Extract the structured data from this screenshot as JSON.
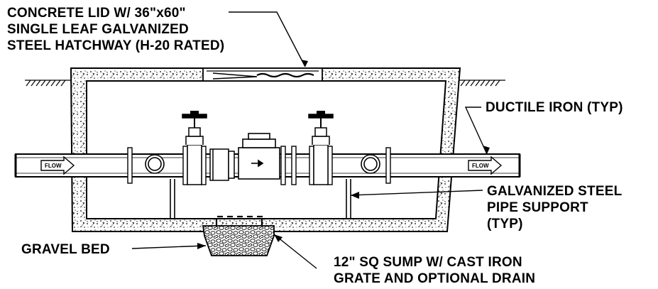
{
  "labels": {
    "lid": [
      "CONCRETE LID W/ 36\"x60\"",
      "SINGLE LEAF GALVANIZED",
      "STEEL HATCHWAY (H-20 RATED)"
    ],
    "ductile": [
      "DUCTILE IRON  (TYP)"
    ],
    "support": [
      "GALVANIZED STEEL",
      "PIPE SUPPORT",
      "(TYP)"
    ],
    "gravel": [
      "GRAVEL BED"
    ],
    "sump": [
      "12\" SQ SUMP W/ CAST IRON",
      "GRATE AND OPTIONAL DRAIN"
    ]
  },
  "flow_markers": [
    "FLOW",
    "FLOW"
  ]
}
